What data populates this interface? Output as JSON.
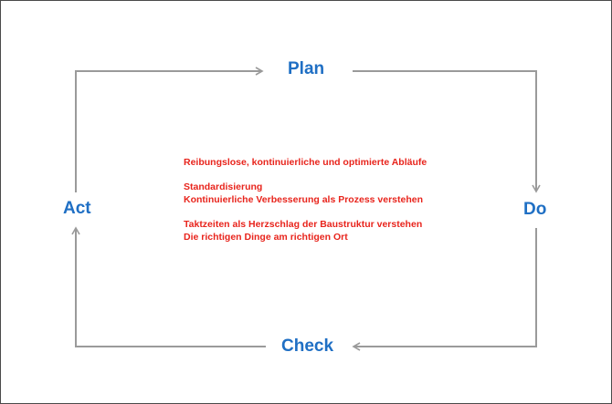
{
  "colors": {
    "stage_label": "#1f6fc4",
    "note_text": "#e8241c",
    "arrow": "#9a9a9a",
    "frame_border": "#4a4a4a"
  },
  "stages": {
    "plan": "Plan",
    "do": "Do",
    "check": "Check",
    "act": "Act"
  },
  "notes": {
    "line1": "Reibungslose, kontinuierliche  und  optimierte Abläufe",
    "line2": "Standardisierung",
    "line3": "Kontinuierliche Verbesserung als Prozess verstehen",
    "line4": "Taktzeiten als Herzschlag der Baustruktur  verstehen",
    "line5": "Die richtigen Dinge am richtigen Ort"
  }
}
